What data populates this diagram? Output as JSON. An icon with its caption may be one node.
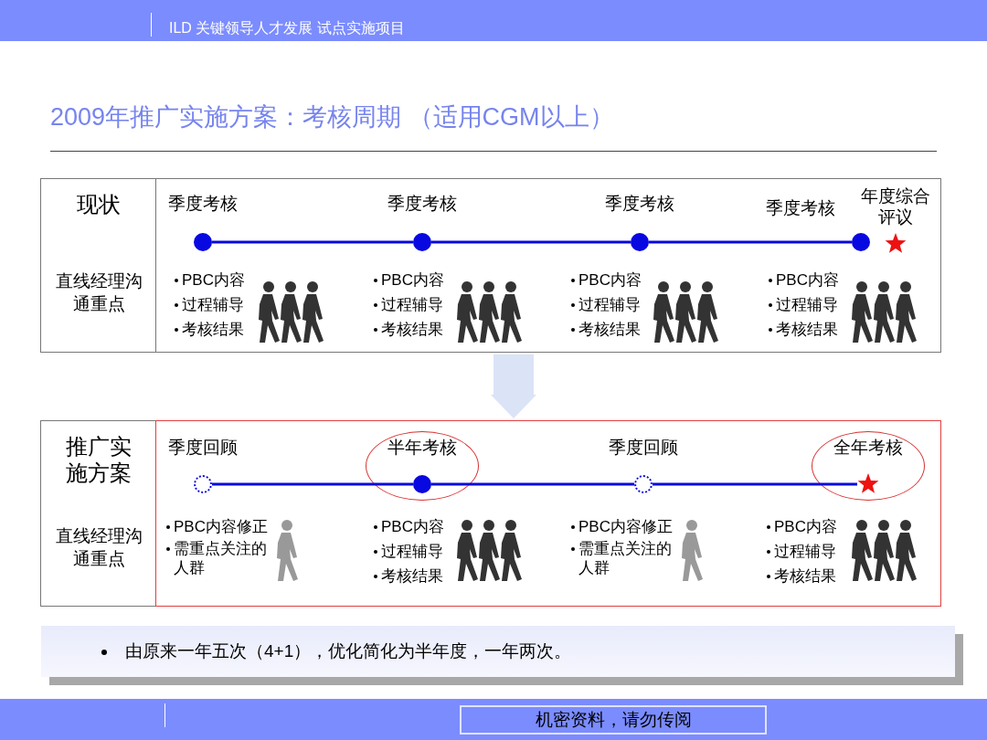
{
  "diagram": {
    "title": "2009年推广实施方案：考核周期 （适用CGM以上）",
    "nodes": [
      {
        "text": [
          "现状",
          "直线经理沟通重点"
        ]
      },
      {
        "text": [
          "季度考核"
        ],
        "in": 0
      },
      {
        "text": [
          "季度考核"
        ],
        "in": 0
      },
      {
        "text": [
          "季度考核"
        ],
        "in": 0
      },
      {
        "text": [
          "季度考核"
        ],
        "in": 0
      },
      {
        "text": [
          "年度综合评议"
        ],
        "in": 0
      },
      {
        "text": [
          "推广实施方案",
          "直线经理沟通重点"
        ]
      },
      {
        "text": [
          "季度回顾"
        ],
        "in": 6
      },
      {
        "text": [
          "半年考核"
        ],
        "in": 6
      },
      {
        "text": [
          "季度回顾"
        ],
        "in": 6
      },
      {
        "text": [
          "全年考核"
        ],
        "in": 6
      },
      {
        "text": [
          "由原来一年五次（4+1），优化简化为半年度，一年两次。"
        ]
      },
      {
        "text": [
          "机密资料，请勿传阅"
        ]
      }
    ],
    "edges": [
      {
        "from": 1,
        "to": 2,
        "arrow": "none"
      },
      {
        "from": 2,
        "to": 3,
        "arrow": "none"
      },
      {
        "from": 3,
        "to": 4,
        "arrow": "none"
      },
      {
        "from": 0,
        "to": 6,
        "arrow": "to",
        "style": "thick",
        "color": "#dbe3f7"
      },
      {
        "from": 7,
        "to": 8,
        "arrow": "none"
      },
      {
        "from": 8,
        "to": 9,
        "arrow": "none"
      },
      {
        "from": 9,
        "to": 10,
        "arrow": "none"
      }
    ],
    "labels": [
      "ILD 关键领导人才发展 试点实施项目",
      "PBC内容",
      "过程辅导",
      "考核结果",
      "PBC内容",
      "过程辅导",
      "考核结果",
      "PBC内容",
      "过程辅导",
      "考核结果",
      "PBC内容",
      "过程辅导",
      "考核结果",
      "PBC内容修正",
      "需重点关注的人群",
      "PBC内容",
      "过程辅导",
      "考核结果",
      "PBC内容修正",
      "需重点关注的人群",
      "PBC内容",
      "过程辅导",
      "考核结果"
    ]
  }
}
